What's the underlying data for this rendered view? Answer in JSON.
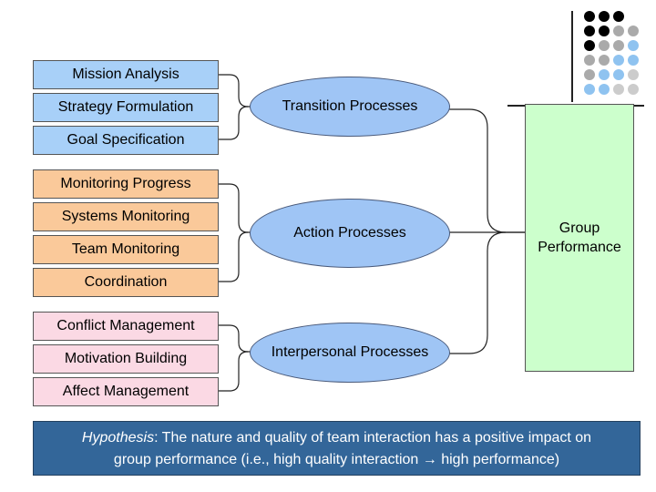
{
  "transition": {
    "items": [
      "Mission Analysis",
      "Strategy Formulation",
      "Goal Specification"
    ],
    "process": "Transition Processes"
  },
  "action": {
    "items": [
      "Monitoring Progress",
      "Systems Monitoring",
      "Team Monitoring",
      "Coordination"
    ],
    "process": "Action Processes"
  },
  "interpersonal": {
    "items": [
      "Conflict Management",
      "Motivation Building",
      "Affect Management"
    ],
    "process": "Interpersonal Processes"
  },
  "outcome": {
    "line1": "Group",
    "line2": "Performance"
  },
  "hypothesis": {
    "label": "Hypothesis",
    "text_line1": ": The nature and quality of team interaction has a positive impact on",
    "text_line2": "group performance (i.e., high quality interaction → high performance)"
  },
  "colors": {
    "transition_boxes": "#a8d0f8",
    "action_boxes": "#fac99a",
    "interpersonal_boxes": "#fbd9e4",
    "process_ellipses": "#9fc5f5",
    "outcome_box": "#ccffcc",
    "hypothesis_bar": "#336699"
  }
}
